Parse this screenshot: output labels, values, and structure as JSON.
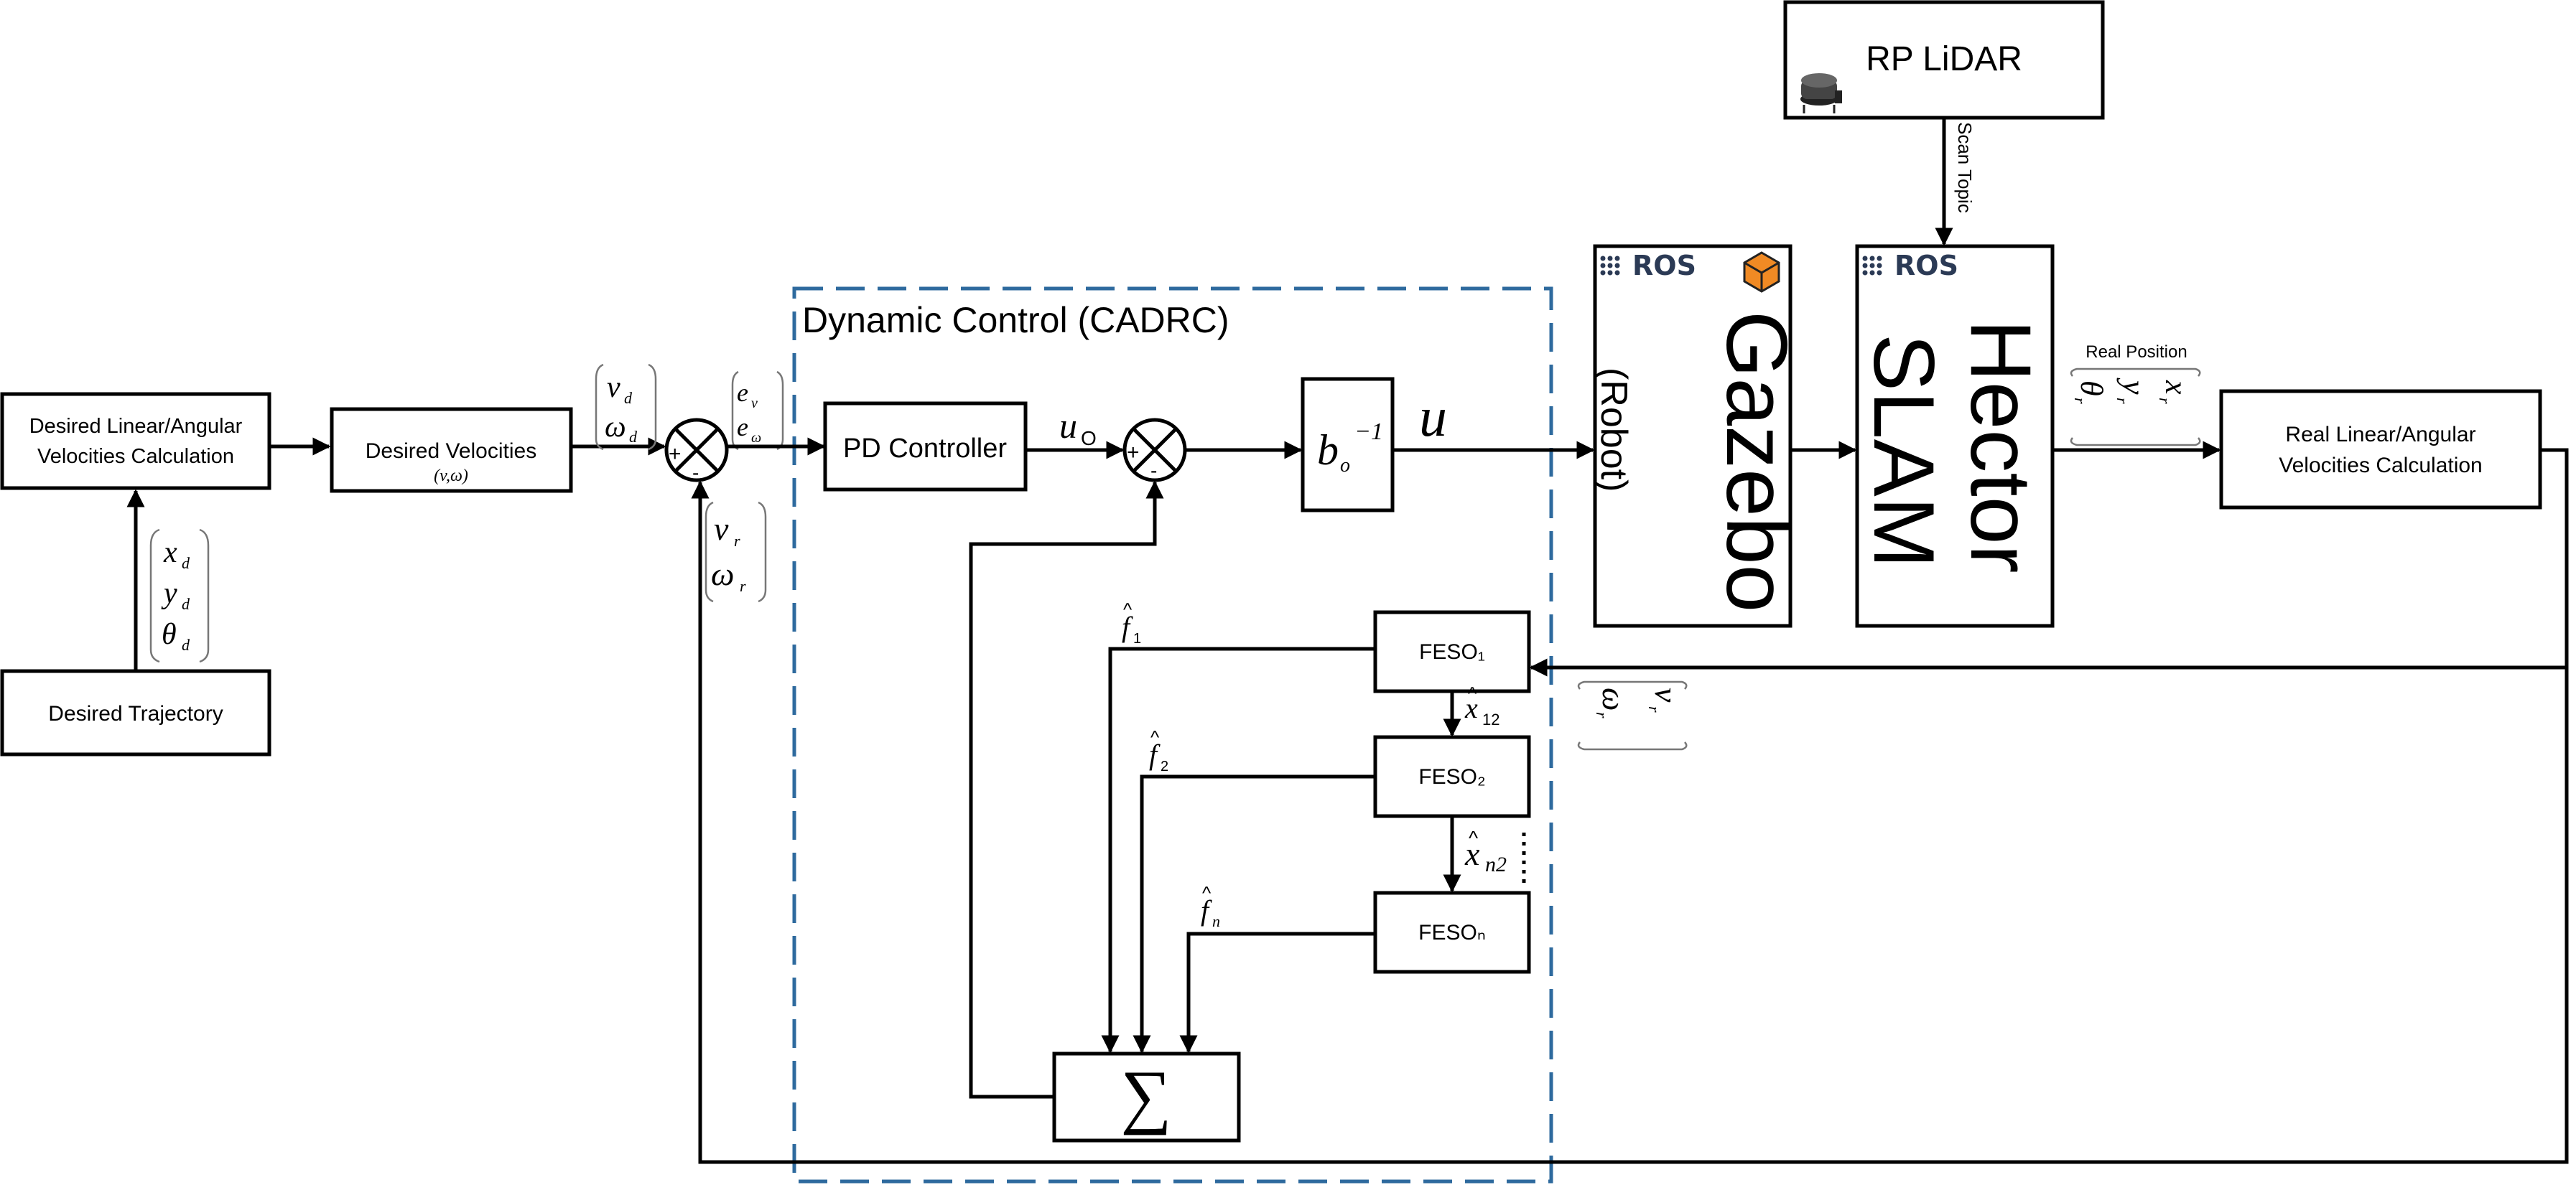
{
  "colors": {
    "dashed_border": "#2e6a9e",
    "line": "#000000",
    "ros_text": "#2b3a55",
    "gazebo_icon": "#f08a24"
  },
  "blocks": {
    "desired_calc": [
      "Desired Linear/Angular",
      "Velocities Calculation"
    ],
    "desired_velocities": "Desired Velocities",
    "desired_velocities_sub": "(v,ω)",
    "desired_trajectory": "Desired Trajectory",
    "pd_controller": "PD Controller",
    "b_inv_base": "b",
    "b_inv_sub": "o",
    "b_inv_sup": "−1",
    "u_label": "u",
    "u0_label": "u",
    "u0_sub": "O",
    "feso1": "FESO₁",
    "feso2": "FESO₂",
    "fesoN": "FESOₙ",
    "sigma": "∑",
    "dynamic_control": "Dynamic Control (CADRC)",
    "gazebo": "Gazebo",
    "robot": "(Robot)",
    "hector": "Hector",
    "slam": "SLAM",
    "rp_lidar": "RP LiDAR",
    "scan_topic": "Scan Topic",
    "real_position": "Real Position",
    "real_calc": [
      "Real Linear/Angular",
      "Velocities Calculation"
    ],
    "ros": "ROS"
  },
  "signals": {
    "xd": "x",
    "xd_sub": "d",
    "yd": "y",
    "yd_sub": "d",
    "thd": "θ",
    "thd_sub": "d",
    "vd": "v",
    "vd_sub": "d",
    "wd": "ω",
    "wd_sub": "d",
    "ev": "e",
    "ev_sub": "v",
    "ew": "e",
    "ew_sub": "ω",
    "vr": "v",
    "vr_sub": "r",
    "wr": "ω",
    "wr_sub": "r",
    "xr": "x",
    "xr_sub": "r",
    "yr": "y",
    "yr_sub": "r",
    "thr": "θ",
    "thr_sub": "r",
    "f1": "f",
    "f1_sub": "1",
    "f2": "f",
    "f2_sub": "2",
    "fn": "f",
    "fn_sub": "n",
    "x12": "x",
    "x12_sub": "12",
    "xn2": "x",
    "xn2_sub": "n2",
    "plus": "+",
    "minus": "-"
  }
}
